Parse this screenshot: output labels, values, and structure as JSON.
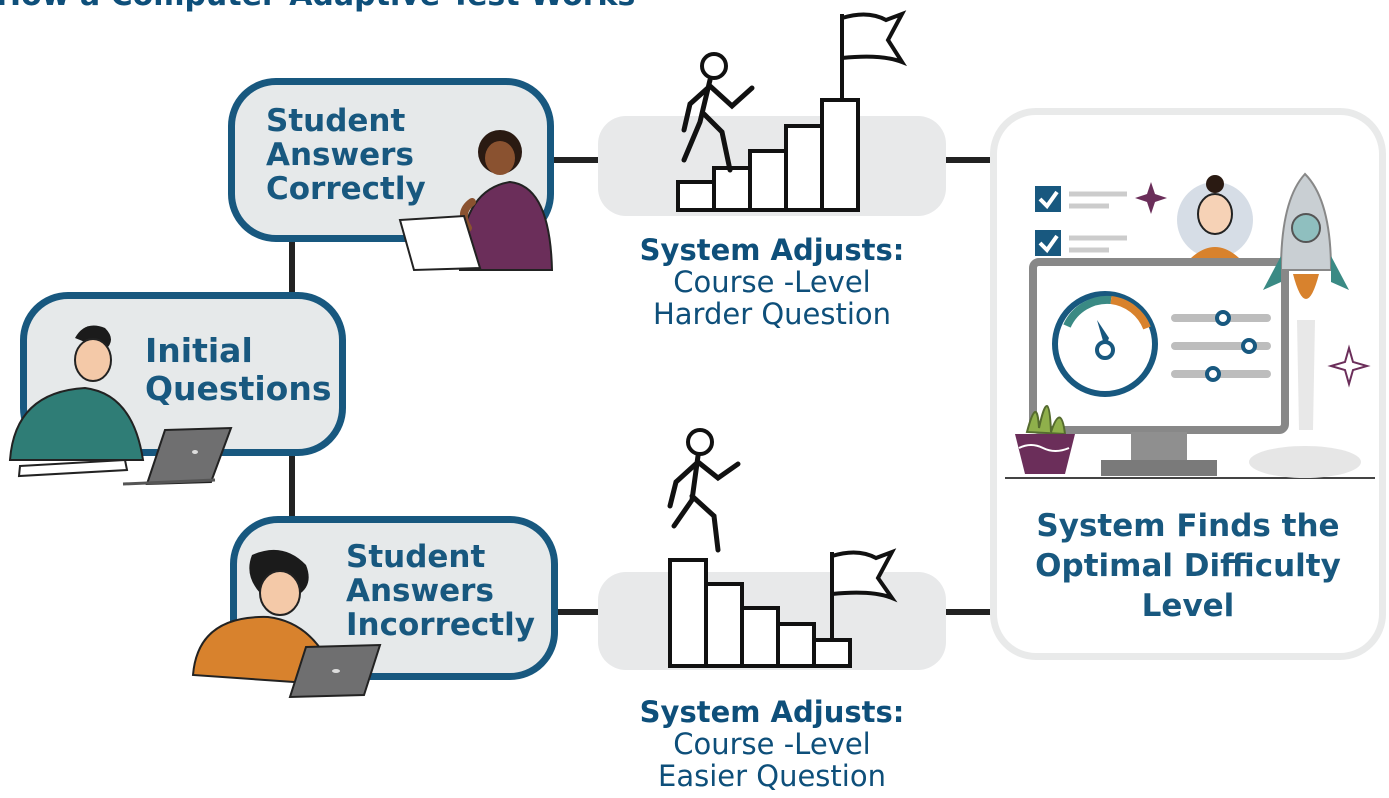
{
  "title": "How a Computer-Adaptive Test Works",
  "nodes": {
    "initial": "Initial\nQuestions",
    "correct": "Student\nAnswers\nCorrectly",
    "incorrect": "Student\nAnswers\nIncorrectly"
  },
  "adjust_up": {
    "heading": "System Adjusts:",
    "line1": "Course -Level",
    "line2": "Harder Question"
  },
  "adjust_down": {
    "heading": "System Adjusts:",
    "line1": "Course -Level",
    "line2": "Easier Question"
  },
  "result": "System Finds the\nOptimal Difficulty\nLevel",
  "icons": [
    "person-climbing-stairs-up-icon",
    "person-descending-stairs-icon",
    "flag-icon",
    "gauge-icon",
    "checkbox-icon",
    "rocket-icon",
    "plant-icon",
    "monitor-icon",
    "sparkle-icon"
  ],
  "colors": {
    "primary": "#18587f",
    "panel": "#e6e9ea",
    "orange": "#d8822d",
    "purple": "#6b2e5a",
    "teal": "#3a8a84"
  }
}
